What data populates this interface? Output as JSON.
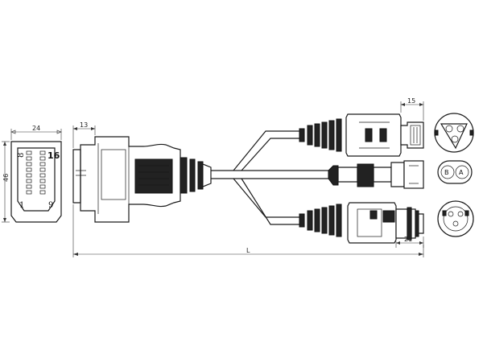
{
  "dimensions": {
    "width_front": "24",
    "height_front": "46",
    "obd_overhang": "13",
    "conn_top": "15",
    "conn_bottom": "21",
    "overall_length": "L"
  },
  "obd_pins": {
    "top_left": "8",
    "top_right": "16",
    "bottom_left": "1",
    "bottom_right": "9"
  },
  "round_connector": {
    "pin_b": "B",
    "pin_a": "A"
  },
  "colors": {
    "ink": "#1a1a1a",
    "boot_fill": "#222222"
  }
}
